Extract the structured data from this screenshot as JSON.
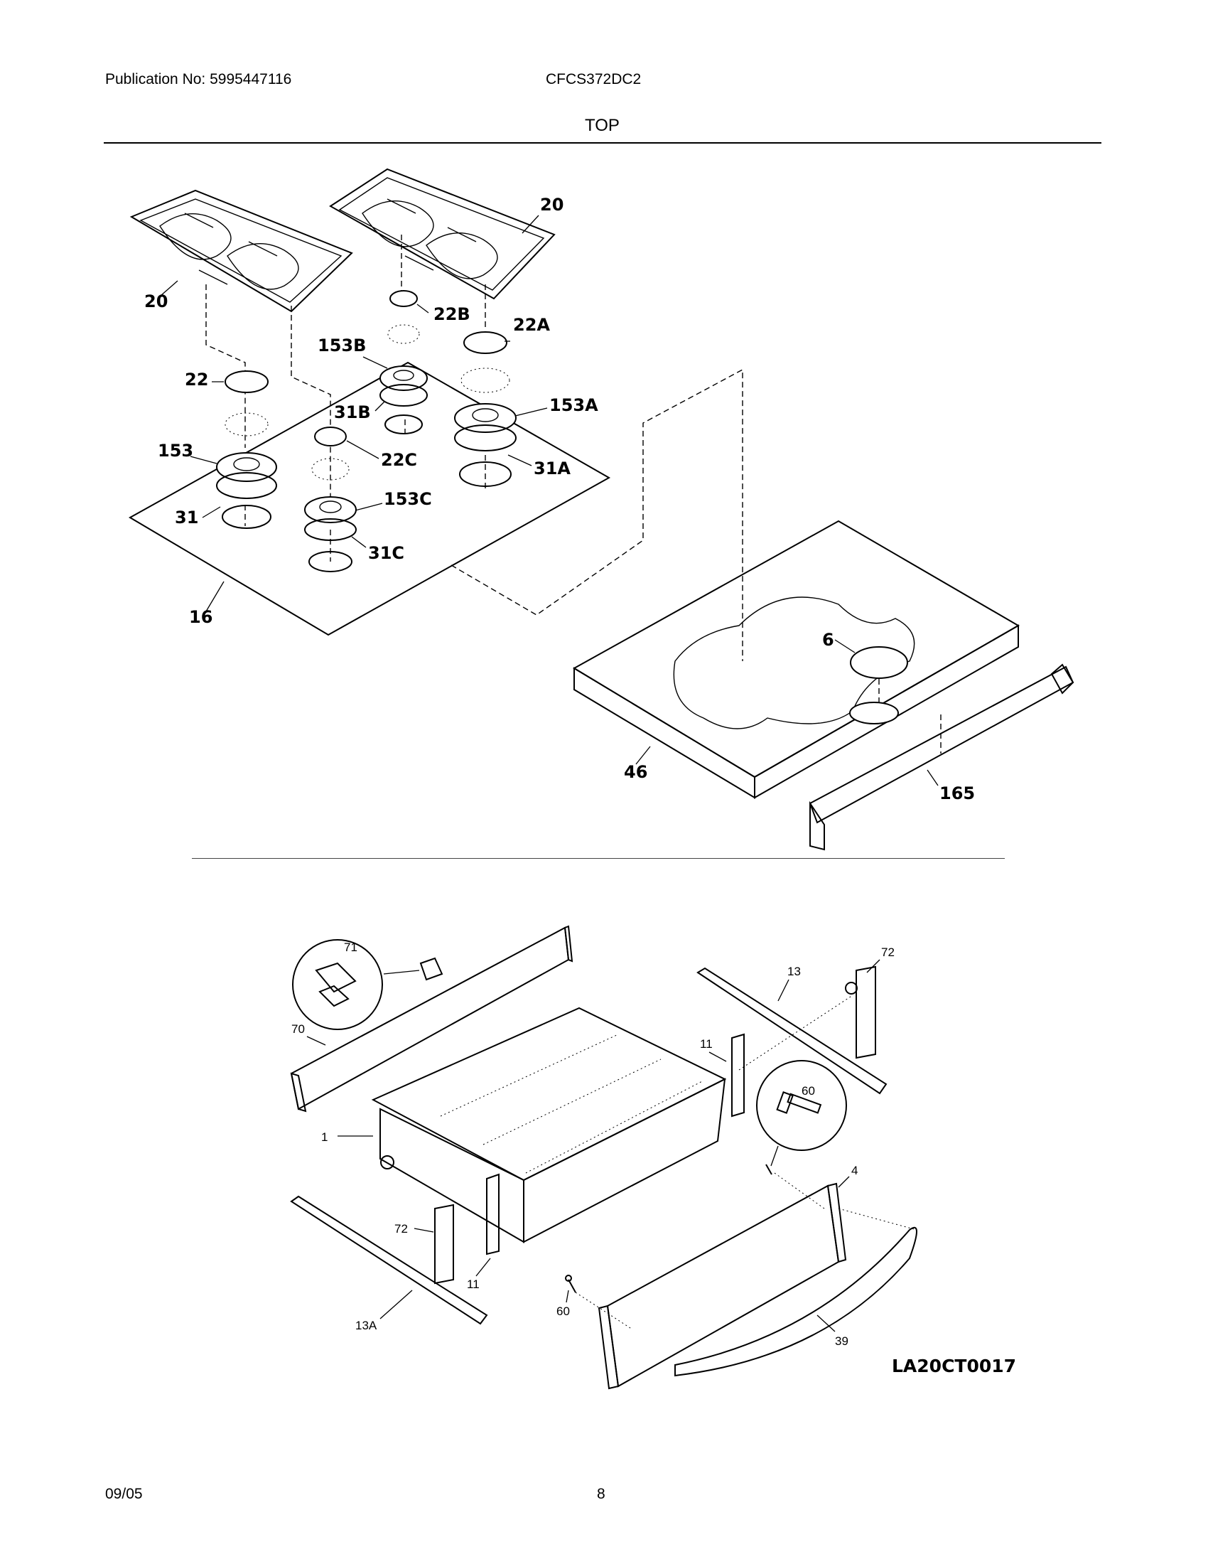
{
  "header": {
    "publication": "Publication No: 5995447116",
    "model": "CFCS372DC2",
    "section": "TOP"
  },
  "footer": {
    "date": "09/05",
    "page": "8"
  },
  "diagram_code": "LA20CT0017",
  "callouts_top": [
    "20",
    "20",
    "22B",
    "22A",
    "153B",
    "22",
    "31B",
    "153A",
    "22C",
    "153",
    "31A",
    "153C",
    "31",
    "31C",
    "16",
    "6",
    "46",
    "165"
  ],
  "callouts_bottom": [
    "71",
    "72",
    "13",
    "70",
    "11",
    "60",
    "1",
    "4",
    "72",
    "11",
    "60",
    "13A",
    "39"
  ]
}
